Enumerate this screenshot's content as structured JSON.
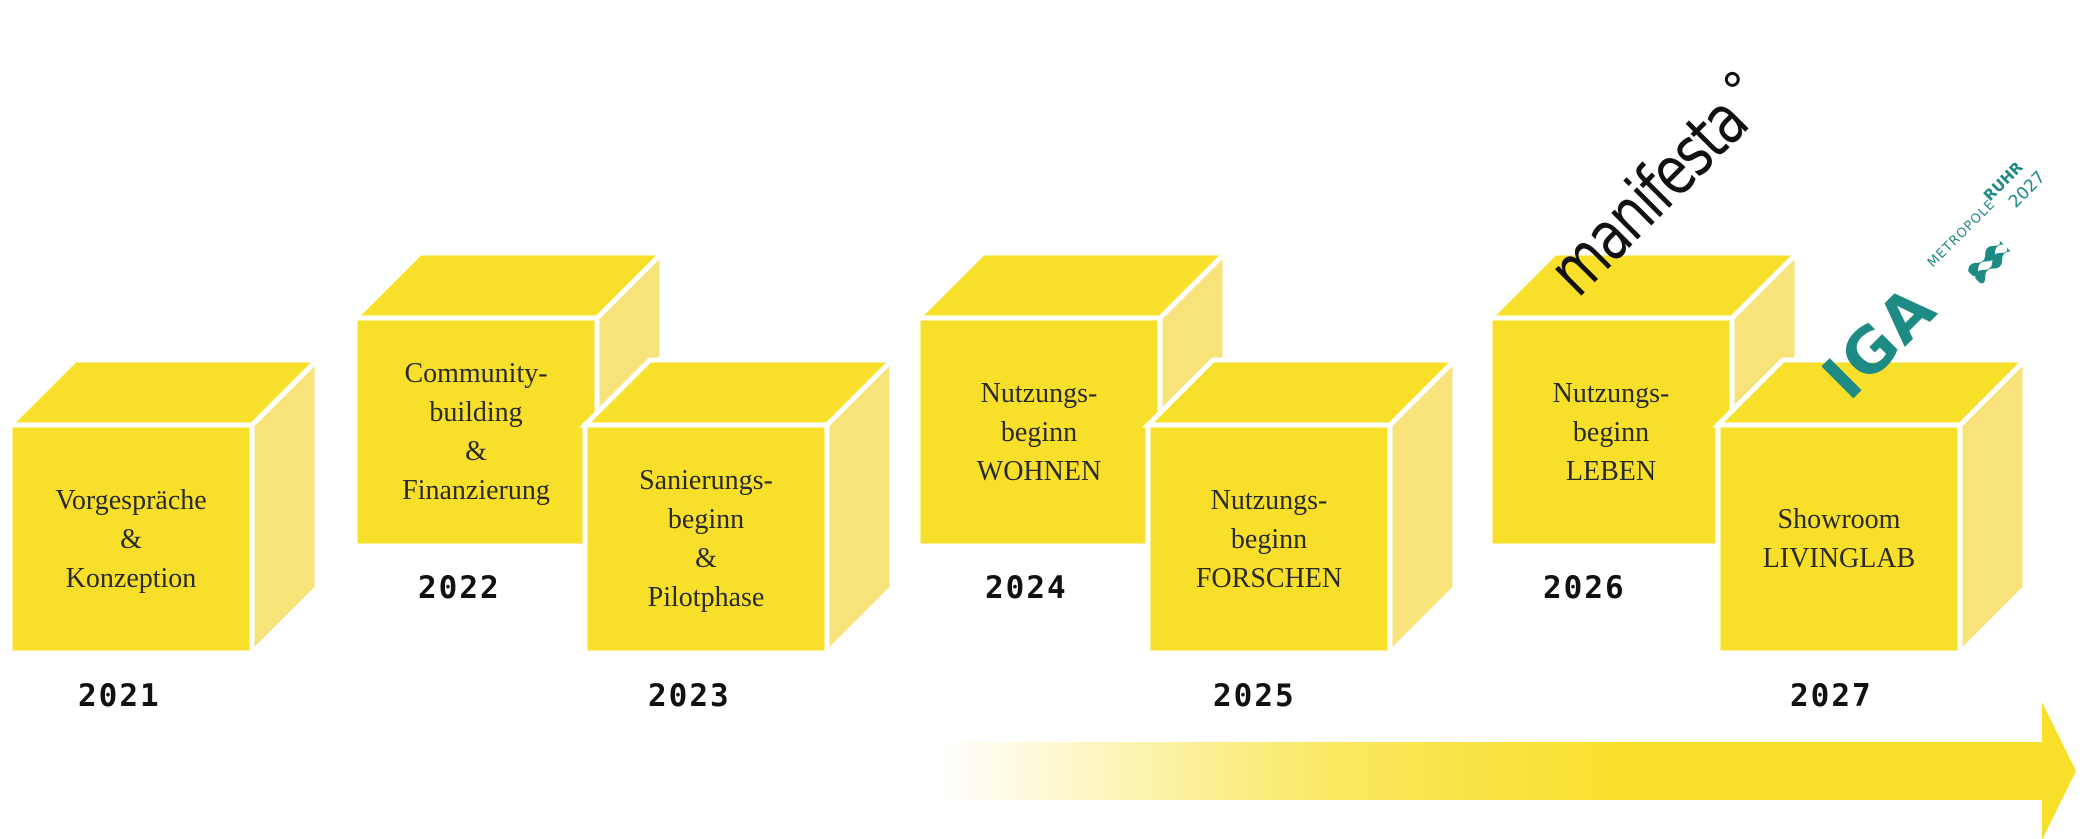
{
  "colors": {
    "cube_front": "#f8e02a",
    "cube_top": "#f8e02a",
    "cube_side": "#f7e37a",
    "outline": "#ffffff",
    "arrow": "#f8e02a",
    "iga_teal": "#1e8a84"
  },
  "milestones": [
    {
      "year": "2021",
      "lines": [
        "Vorgespräche",
        "&",
        "Konzeption"
      ]
    },
    {
      "year": "2022",
      "lines": [
        "Community-",
        "building",
        "&",
        "Finanzierung"
      ]
    },
    {
      "year": "2023",
      "lines": [
        "Sanierungs-",
        "beginn",
        "&",
        "Pilotphase"
      ]
    },
    {
      "year": "2024",
      "lines": [
        "Nutzungs-",
        "beginn",
        "WOHNEN"
      ]
    },
    {
      "year": "2025",
      "lines": [
        "Nutzungs-",
        "beginn",
        "FORSCHEN"
      ]
    },
    {
      "year": "2026",
      "lines": [
        "Nutzungs-",
        "beginn",
        "LEBEN"
      ]
    },
    {
      "year": "2027",
      "lines": [
        "Showroom",
        "LIVINGLAB"
      ]
    }
  ],
  "logos": {
    "manifesta": {
      "text": "manifesta",
      "mark": "°"
    },
    "iga": {
      "text": "IGA",
      "line1": "METROPOLE",
      "line2": "RUHR",
      "line3": "2027",
      "icon": "ruhr-wave-icon"
    }
  }
}
